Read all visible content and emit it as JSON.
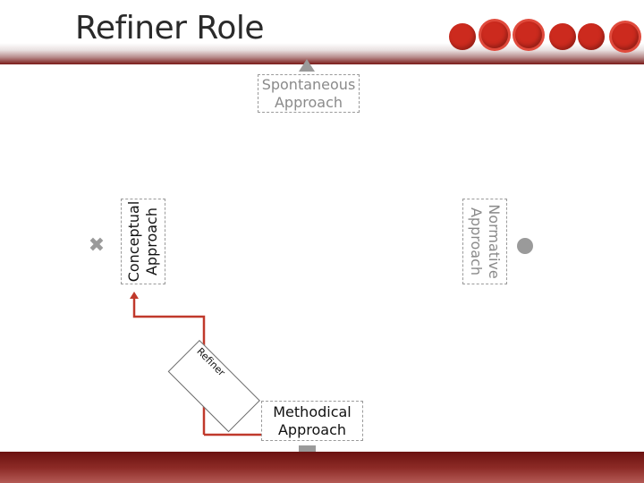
{
  "slide": {
    "title": "Refiner Role"
  },
  "nodes": {
    "spontaneous": {
      "line1": "Spontaneous",
      "line2": "Approach"
    },
    "methodical": {
      "line1": "Methodical",
      "line2": "Approach"
    },
    "conceptual": {
      "line1": "Conceptual",
      "line2": "Approach"
    },
    "normative": {
      "line1": "Normative",
      "line2": "Approach"
    }
  },
  "role": {
    "label": "Refiner"
  },
  "icons": {
    "top": "triangle-icon",
    "bottom": "square-icon",
    "left": "cross-icon",
    "right": "circle-icon",
    "header": [
      "gear-icon",
      "gear-icon",
      "gear-icon",
      "gear-icon",
      "gear-icon",
      "gear-icon"
    ]
  },
  "colors": {
    "accent": "#cc2a1e",
    "band": "#7a1a18",
    "connector": "#c0392b",
    "muted": "#9a9a9a"
  }
}
